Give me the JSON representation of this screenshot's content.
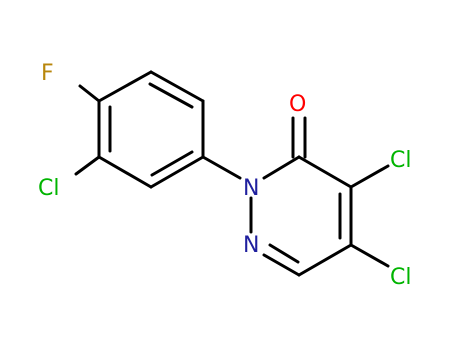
{
  "molecule": {
    "atoms": {
      "fluorine": {
        "symbol": "F",
        "color": "#b8860b"
      },
      "chlorine_ring1": {
        "symbol": "Cl",
        "color": "#00b400"
      },
      "nitrogen_1": {
        "symbol": "N",
        "color": "#1f1f9e"
      },
      "nitrogen_2": {
        "symbol": "N",
        "color": "#1f1f9e"
      },
      "oxygen": {
        "symbol": "O",
        "color": "#ff0000"
      },
      "chlorine_4": {
        "symbol": "Cl",
        "color": "#00b400"
      },
      "chlorine_5": {
        "symbol": "Cl",
        "color": "#00b400"
      }
    },
    "bond_color": "#000000"
  }
}
